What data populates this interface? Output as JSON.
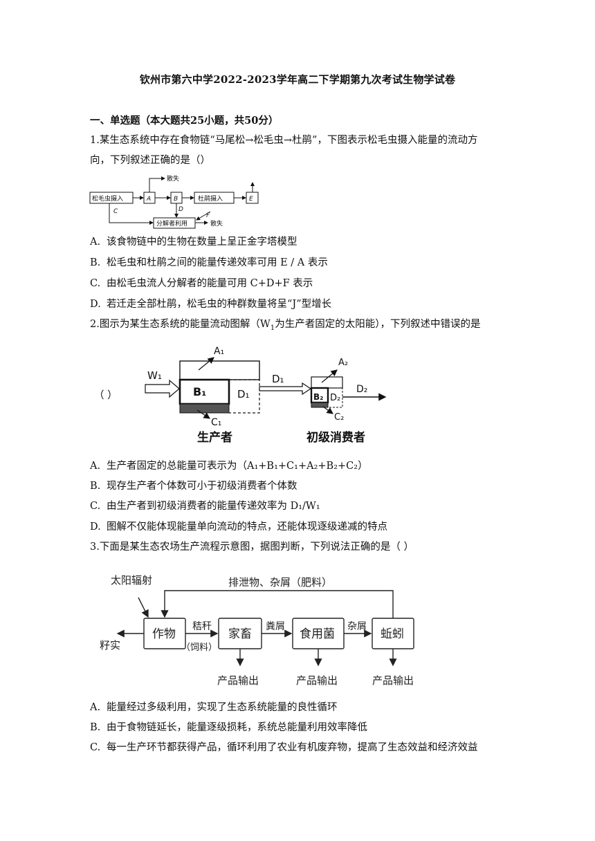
{
  "title": "钦州市第六中学2022-2023学年高二下学期第九次考试生物学试卷",
  "section": "一、单选题（本大题共25小题，共50分）",
  "q1": {
    "stem_line1": "1.某生态系统中存在食物链“马尾松→松毛虫→杜鹃”，下图表示松毛虫摄入能量的流动方",
    "stem_line2": "向，下列叙述正确的是（）",
    "diagram": {
      "box_intake": "松毛虫摄入",
      "box_a": "A",
      "box_b": "B",
      "box_cuckoo": "杜鹃摄入",
      "box_e": "E",
      "box_decomposer": "分解者利用",
      "lbl_sanshi_top": "散失",
      "lbl_sanshi_bottom": "散失",
      "lbl_c": "C",
      "lbl_d": "D",
      "lbl_f": "F"
    },
    "options": [
      {
        "letter": "A.",
        "text": "该食物链中的生物在数量上呈正金字塔模型"
      },
      {
        "letter": "B.",
        "text": "松毛虫和杜鹃之间的能量传递效率可用 E / A 表示"
      },
      {
        "letter": "C.",
        "text": "由松毛虫流人分解者的能量可用 C+D+F 表示"
      },
      {
        "letter": "D.",
        "text": "若迁走全部杜鹃，松毛虫的种群数量将呈“J”型增长"
      }
    ]
  },
  "q2": {
    "stem_pre": "2.图示为某生态系统的能量流动图解（W",
    "stem_sub": "1",
    "stem_post": "为生产者固定的太阳能），下列叙述中错误的是",
    "paren": "（      ）",
    "diagram": {
      "w1": "W₁",
      "a1": "A₁",
      "b1": "B₁",
      "c1": "C₁",
      "d1_inside": "D₁",
      "d1_arrow": "D₁",
      "a2": "A₂",
      "b2": "B₂",
      "c2": "C₂",
      "d2_inside": "D₂",
      "d2_arrow": "D₂",
      "producer": "生产者",
      "consumer": "初级消费者"
    },
    "options": [
      {
        "letter": "A.",
        "text": "生产者固定的总能量可表示为（A₁+B₁+C₁+A₂+B₂+C₂）"
      },
      {
        "letter": "B.",
        "text": "现存生产者个体数可小于初级消费者个体数"
      },
      {
        "letter": "C.",
        "text": "由生产者到初级消费者的能量传递效率为 D₁/W₁"
      },
      {
        "letter": "D.",
        "text": "图解不仅能体现能量单向流动的特点，还能体现逐级递减的特点"
      }
    ]
  },
  "q3": {
    "stem": "3.下面是某生态农场生产流程示意图，据图判断，下列说法正确的是（      ）",
    "diagram": {
      "sun": "太阳辐射",
      "feedback": "排泄物、杂屑（肥料）",
      "crop": "作物",
      "livestock": "家畜",
      "mushroom": "食用菌",
      "earthworm": "蚯蚓",
      "seed": "籽实",
      "straw": "秸秆",
      "feed": "（饲料）",
      "manure": "粪屑",
      "debris": "杂屑",
      "out1": "产品输出",
      "out2": "产品输出",
      "out3": "产品输出"
    },
    "options": [
      {
        "letter": "A.",
        "text": "能量经过多级利用，实现了生态系统能量的良性循环"
      },
      {
        "letter": "B.",
        "text": "由于食物链延长，能量逐级损耗，系统总能量利用效率降低"
      },
      {
        "letter": "C.",
        "text": "每一生产环节都获得产品，循环利用了农业有机废弃物，提高了生态效益和经济效益"
      }
    ]
  }
}
